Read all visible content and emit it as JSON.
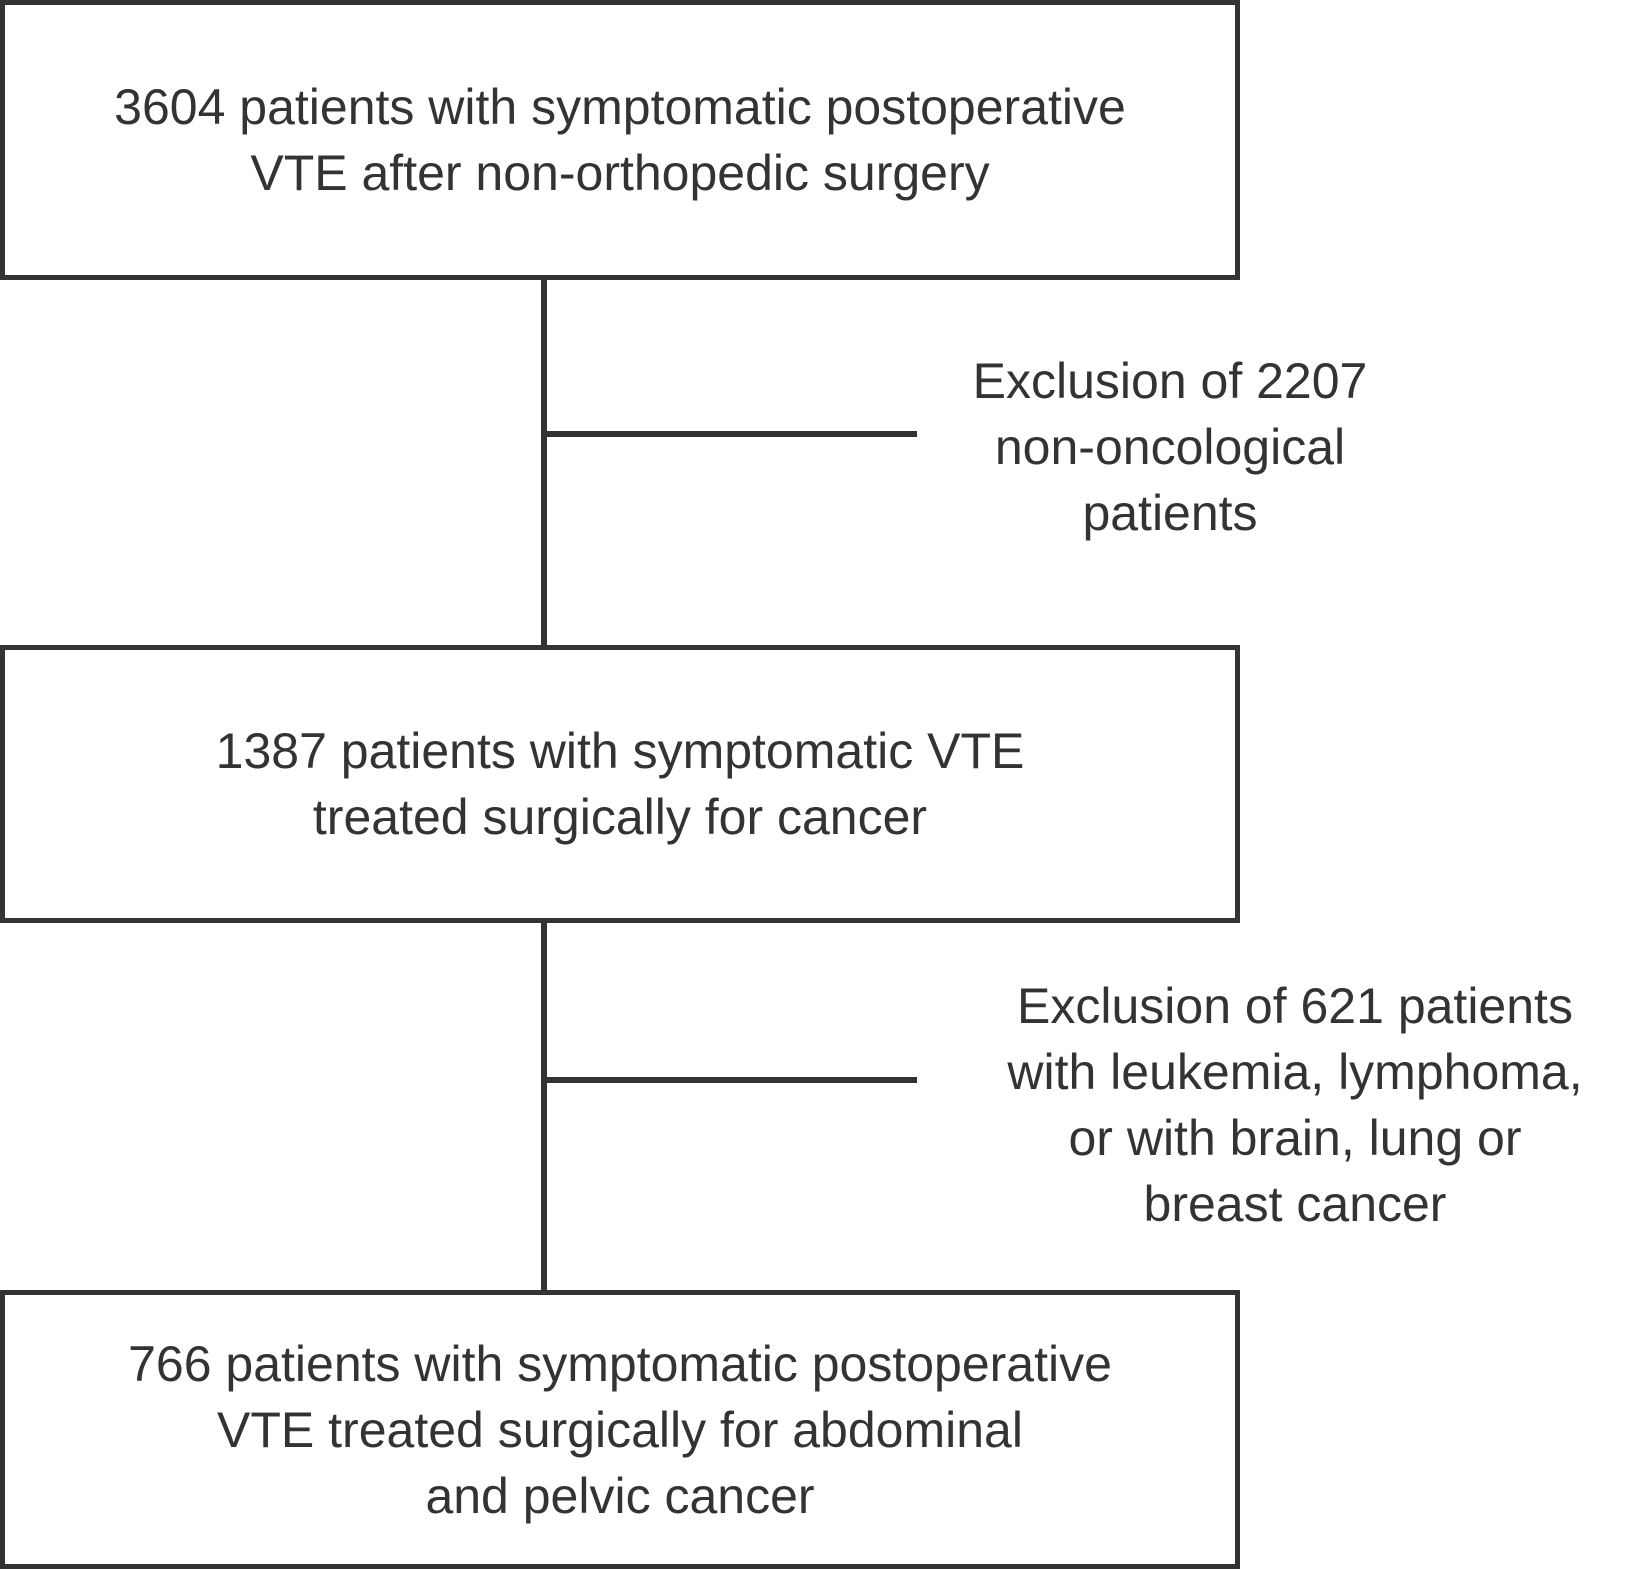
{
  "flowchart": {
    "boxes": [
      {
        "lines": [
          "3604 patients with symptomatic postoperative",
          "VTE after non-orthopedic surgery"
        ]
      },
      {
        "lines": [
          "1387 patients with symptomatic VTE",
          "treated surgically for cancer"
        ]
      },
      {
        "lines": [
          "766 patients with symptomatic postoperative",
          "VTE treated surgically for abdominal",
          "and pelvic cancer"
        ]
      }
    ],
    "exclusions": [
      {
        "lines": [
          "Exclusion of 2207",
          "non-oncological",
          "patients"
        ]
      },
      {
        "lines": [
          "Exclusion of 621 patients",
          "with leukemia, lymphoma,",
          "or with brain, lung or",
          "breast cancer"
        ]
      }
    ]
  }
}
